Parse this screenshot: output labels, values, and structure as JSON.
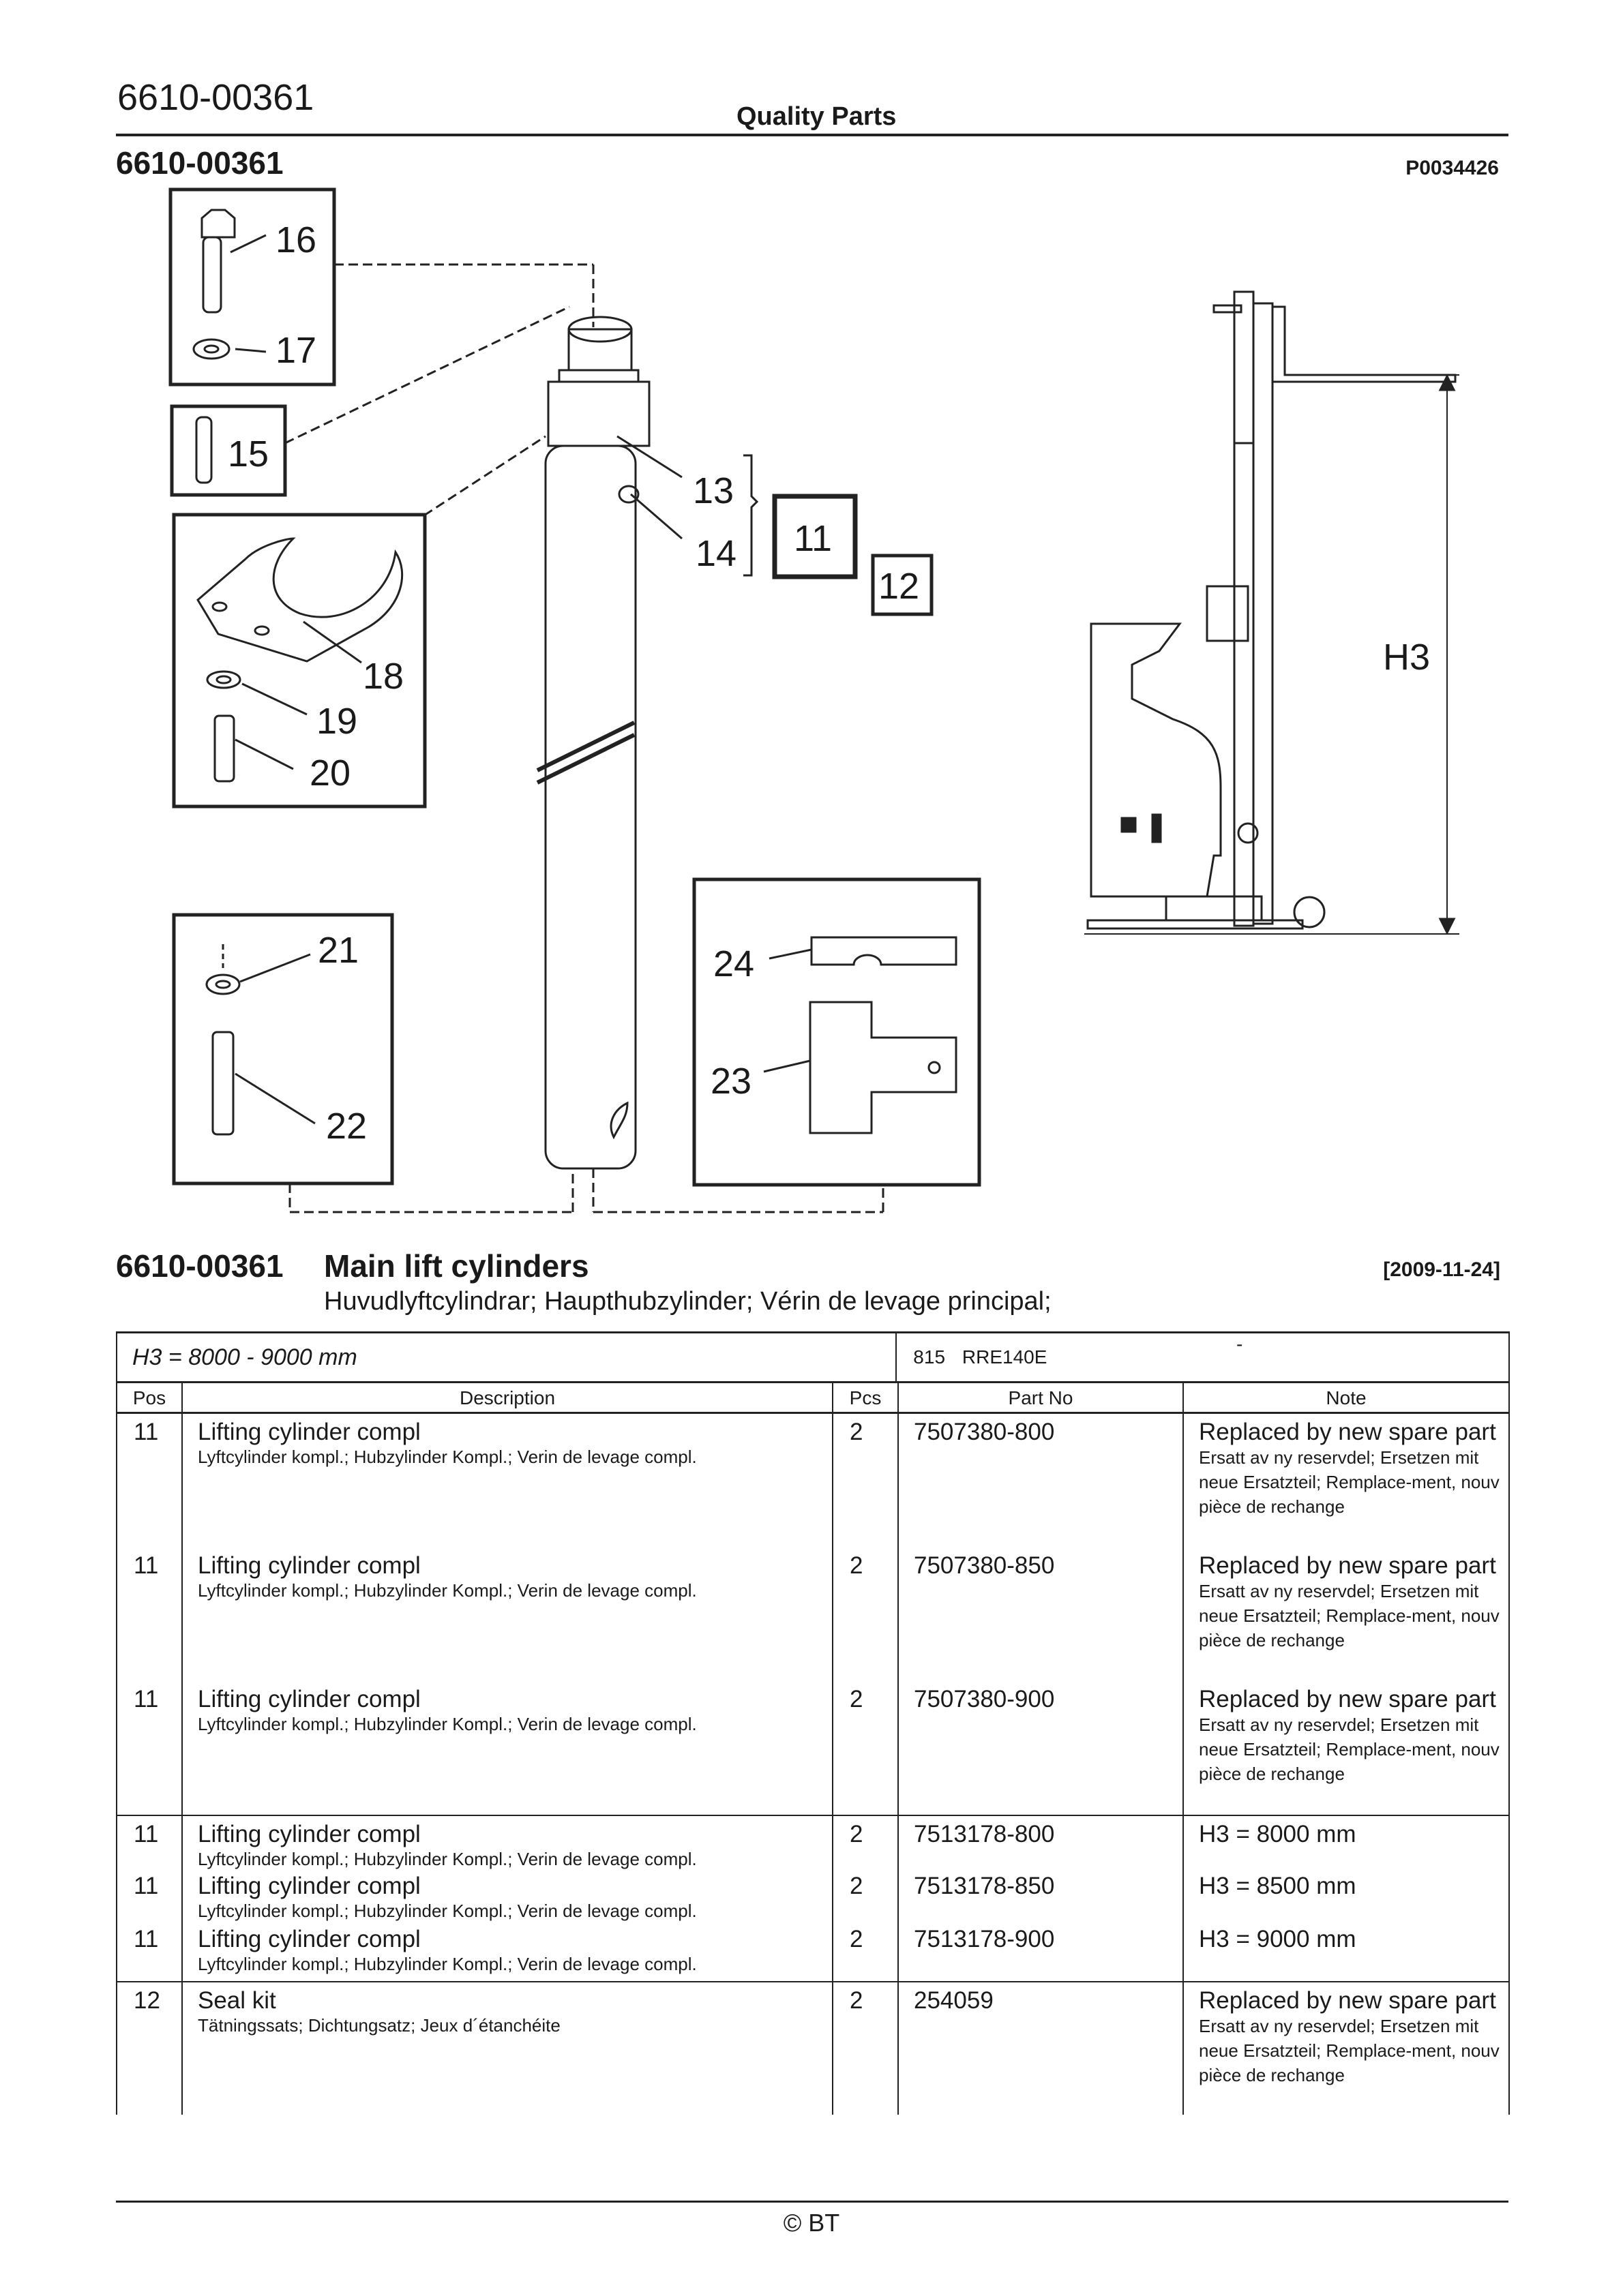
{
  "header": {
    "doc_number": "6610-00361",
    "center_title": "Quality Parts",
    "section_number": "6610-00361",
    "picture_code": "P0034426"
  },
  "diagram": {
    "callouts": [
      "16",
      "17",
      "15",
      "18",
      "19",
      "20",
      "21",
      "22",
      "13",
      "14",
      "11",
      "12",
      "24",
      "23",
      "H3"
    ]
  },
  "section": {
    "number": "6610-00361",
    "title": "Main lift cylinders",
    "date": "[2009-11-24]",
    "subtitle": "Huvudlyftcylindrar; Haupthubzylinder; Vérin de levage principal;"
  },
  "table": {
    "variant": {
      "range": "H3 = 8000 - 9000 mm",
      "code": "815",
      "model": "RRE140E",
      "dash": "-"
    },
    "columns": [
      "Pos",
      "Description",
      "Pcs",
      "Part No",
      "Note"
    ],
    "rows": [
      {
        "pos": "11",
        "desc": "Lifting cylinder compl",
        "desc_sub": "Lyftcylinder kompl.; Hubzylinder Kompl.; Verin de levage compl.",
        "pcs": "2",
        "part": "7507380-800",
        "note": "Replaced by new spare part",
        "note_sub": "Ersatt av ny reservdel; Ersetzen mit neue Ersatzteil; Remplace-ment, nouv pièce de rechange"
      },
      {
        "pos": "11",
        "desc": "Lifting cylinder compl",
        "desc_sub": "Lyftcylinder kompl.; Hubzylinder Kompl.; Verin de levage compl.",
        "pcs": "2",
        "part": "7507380-850",
        "note": "Replaced by new spare part",
        "note_sub": "Ersatt av ny reservdel; Ersetzen mit neue Ersatzteil; Remplace-ment, nouv pièce de rechange"
      },
      {
        "pos": "11",
        "desc": "Lifting cylinder compl",
        "desc_sub": "Lyftcylinder kompl.; Hubzylinder Kompl.; Verin de levage compl.",
        "pcs": "2",
        "part": "7507380-900",
        "note": "Replaced by new spare part",
        "note_sub": "Ersatt av ny reservdel; Ersetzen mit neue Ersatzteil; Remplace-ment, nouv pièce de rechange"
      },
      {
        "pos": "11",
        "desc": "Lifting cylinder compl",
        "desc_sub": "Lyftcylinder kompl.; Hubzylinder Kompl.; Verin de levage compl.",
        "pcs": "2",
        "part": "7513178-800",
        "note": "H3 = 8000 mm",
        "note_sub": ""
      },
      {
        "pos": "11",
        "desc": "Lifting cylinder compl",
        "desc_sub": "Lyftcylinder kompl.; Hubzylinder Kompl.; Verin de levage compl.",
        "pcs": "2",
        "part": "7513178-850",
        "note": "H3 = 8500 mm",
        "note_sub": ""
      },
      {
        "pos": "11",
        "desc": "Lifting cylinder compl",
        "desc_sub": "Lyftcylinder kompl.; Hubzylinder Kompl.; Verin de levage compl.",
        "pcs": "2",
        "part": "7513178-900",
        "note": "H3 = 9000 mm",
        "note_sub": ""
      },
      {
        "pos": "12",
        "desc": "Seal kit",
        "desc_sub": "Tätningssats; Dichtungsatz; Jeux d´étanchéite",
        "pcs": "2",
        "part": "254059",
        "note": "Replaced by new spare part",
        "note_sub": "Ersatt av ny reservdel; Ersetzen mit neue Ersatzteil; Remplace-ment, nouv pièce de rechange"
      }
    ]
  },
  "footer": {
    "copyright": "© BT"
  }
}
